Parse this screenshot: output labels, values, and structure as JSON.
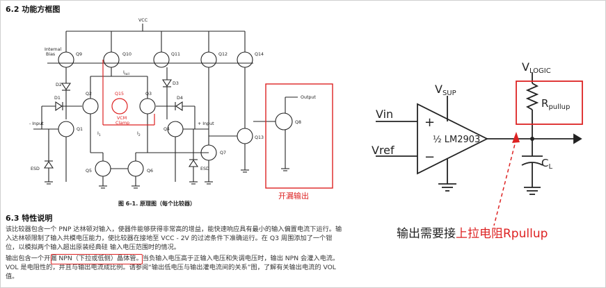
{
  "section_62": {
    "heading": "6.2 功能方框图"
  },
  "schematic": {
    "vcc": "VCC",
    "internal_bias": [
      "Internal",
      "Bias"
    ],
    "q9": "Q9",
    "q10": "Q10",
    "q11": "Q11",
    "q12": "Q12",
    "q14": "Q14",
    "d1": "D1",
    "d2": "D2",
    "d3": "D3",
    "d4": "D4",
    "q1": "Q1",
    "q2": "Q2",
    "q15": "Q15",
    "q3": "Q3",
    "q4": "Q4",
    "q5": "Q5",
    "q6": "Q6",
    "q7": "Q7",
    "q8": "Q8",
    "q13": "Q13",
    "itail": "I",
    "itail_sub": "tail",
    "i1": "I",
    "i1_sub": "1",
    "i2": "I",
    "i2_sub": "2",
    "vcm": "VCM",
    "clamp": "Clamp",
    "minus_input": "- Input",
    "plus_input": "+ Input",
    "esd_left": "ESD",
    "esd_right": "ESD",
    "output": "Output",
    "open_drain": "开漏输出",
    "caption": "图 6-1. 原理图（每个比较器）"
  },
  "section_63": {
    "heading": "6.3 特性说明",
    "para1": "该比较器包含一个 PNP 达林顿对输入，使器件能够获得非常高的增益，能快速响应具有最小的输入偏置电流下运行。输入达林顿限制了输入共模电压能力，使比较器在接地至 VCC - 2V 的过滤条件下准确运行。在 Q3 周围添加了一个钳位，以模拟两个输入超出原装经典硅 输入电压范围时的情况。",
    "para2": "输出包含一个开漏 NPN（下拉或低侧）晶体管。当负输入电压高于正输入电压和失调电压时，输出 NPN 会灌入电流。VOL 是电阻性的，并且与输出电流成比例。请参阅“输出低电压与输出灌电流间的关系”图，了解有关输出电流的 VOL 值。"
  },
  "right_diagram": {
    "vlogic": "V",
    "vlogic_sub": "LOGIC",
    "vsup": "V",
    "vsup_sub": "SUP",
    "vin": "Vin",
    "vref": "Vref",
    "plus": "+",
    "minus": "−",
    "part": "½ LM2903",
    "rpullup": "R",
    "rpullup_sub": "pullup",
    "cl": "C",
    "cl_sub": "L",
    "note_black": "输出需要接",
    "note_red": "上拉电阻Rpullup"
  },
  "colors": {
    "annotation_red": "#dd2222",
    "wire": "#222222"
  }
}
